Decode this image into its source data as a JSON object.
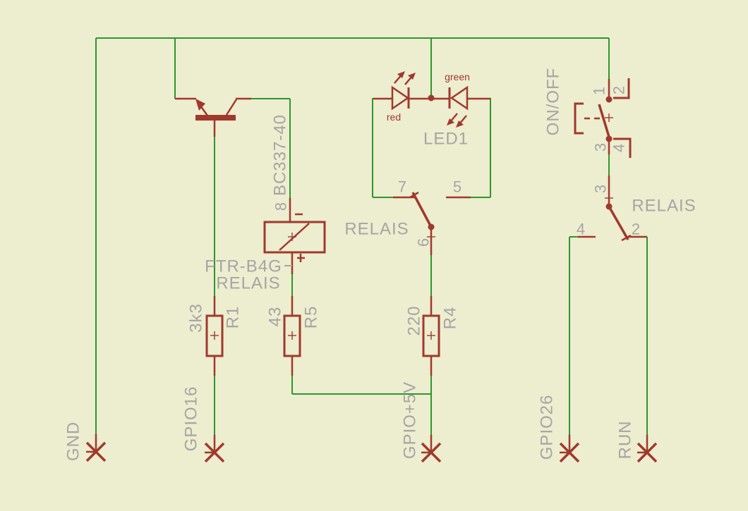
{
  "colors": {
    "background": "#EDEDCF",
    "wire_green": "#2D972D",
    "part_red": "#A0392D",
    "label_gray": "#A5A5A5"
  },
  "transistor": {
    "part": "BC337-40"
  },
  "relay": {
    "part_name": "FTR-B4G",
    "part_name2": "RELAIS",
    "coil_pin": "8",
    "contact_a": {
      "label": "RELAIS",
      "pin_top": "7",
      "pin_nc": "5",
      "pin_bottom": "6"
    },
    "contact_b": {
      "label": "RELAIS",
      "pin_top": "3",
      "pin_left": "4",
      "pin_right": "2"
    }
  },
  "switch": {
    "label": "ON/OFF",
    "pin1": "1",
    "pin2": "2",
    "pin3": "3",
    "pin4": "4"
  },
  "led": {
    "name": "LED1",
    "color_left": "red",
    "color_right": "green"
  },
  "resistors": {
    "r1": {
      "name": "R1",
      "value": "3k3"
    },
    "r5": {
      "name": "R5",
      "value": "43"
    },
    "r4": {
      "name": "R4",
      "value": "220"
    }
  },
  "nets": {
    "gnd": "GND",
    "gpio16": "GPIO16",
    "gpio_5v": "GPIO+5V",
    "gpio26": "GPIO26",
    "run": "RUN"
  }
}
